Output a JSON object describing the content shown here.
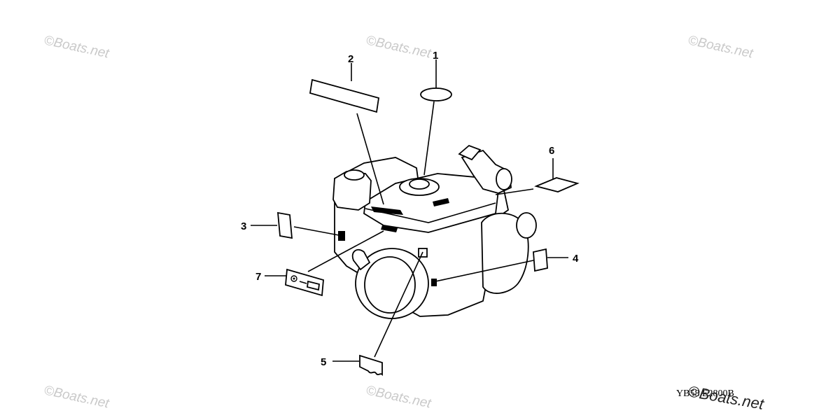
{
  "watermark": "Boats.net",
  "copyright_symbol": "©",
  "diagram_code": "YB58  E2800B",
  "callouts": [
    "1",
    "2",
    "3",
    "4",
    "5",
    "6",
    "7"
  ]
}
